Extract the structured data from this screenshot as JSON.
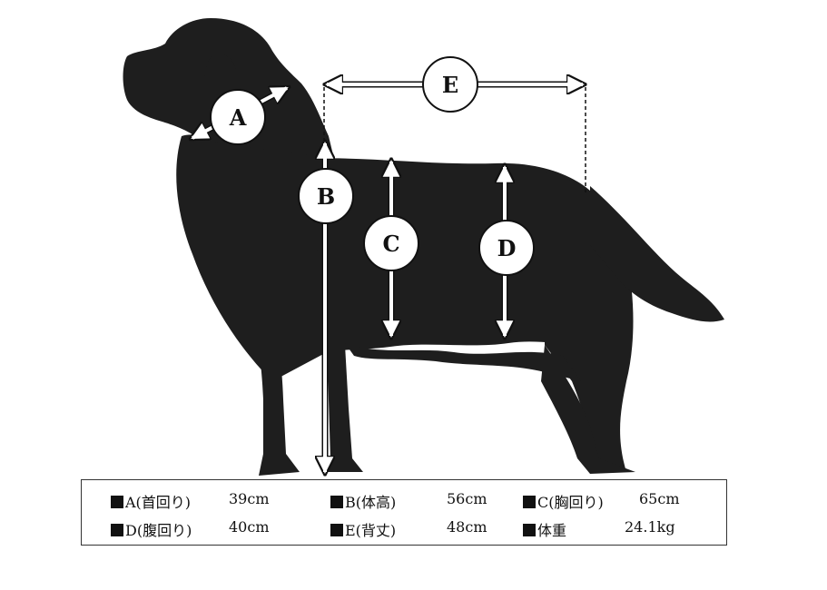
{
  "markers": [
    {
      "id": "A",
      "label": "A"
    },
    {
      "id": "B",
      "label": "B"
    },
    {
      "id": "C",
      "label": "C"
    },
    {
      "id": "D",
      "label": "D"
    },
    {
      "id": "E",
      "label": "E"
    }
  ],
  "legend": [
    {
      "label": "A(首回り)",
      "value": "39cm"
    },
    {
      "label": "B(体高)",
      "value": "56cm"
    },
    {
      "label": "C(胸回り)",
      "value": "65cm"
    },
    {
      "label": "D(腹回り)",
      "value": "40cm"
    },
    {
      "label": "E(背丈)",
      "value": "48cm"
    },
    {
      "label": "体重",
      "value": "24.1kg"
    }
  ],
  "colors": {
    "silhouette": "#1e1e1e",
    "arrow": "#ffffff",
    "outline": "#111111"
  }
}
